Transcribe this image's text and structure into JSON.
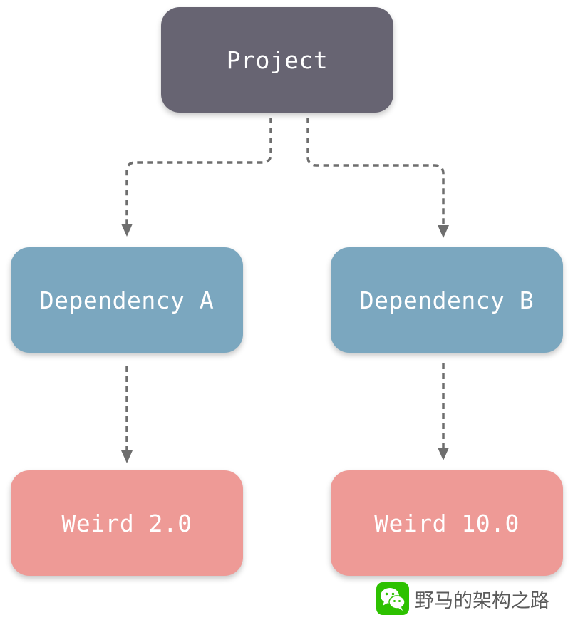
{
  "diagram": {
    "nodes": [
      {
        "id": "project",
        "label": "Project",
        "color": "#676472"
      },
      {
        "id": "dep_a",
        "label": "Dependency A",
        "color": "#7ba7bf"
      },
      {
        "id": "dep_b",
        "label": "Dependency B",
        "color": "#7ba7bf"
      },
      {
        "id": "weird_a",
        "label": "Weird 2.0",
        "color": "#ee9a96"
      },
      {
        "id": "weird_b",
        "label": "Weird 10.0",
        "color": "#ee9a96"
      }
    ],
    "edges": [
      {
        "from": "project",
        "to": "dep_a",
        "style": "dashed"
      },
      {
        "from": "project",
        "to": "dep_b",
        "style": "dashed"
      },
      {
        "from": "dep_a",
        "to": "weird_a",
        "style": "dashed"
      },
      {
        "from": "dep_b",
        "to": "weird_b",
        "style": "dashed"
      }
    ]
  },
  "watermark": {
    "icon": "wechat-icon",
    "text": "野马的架构之路",
    "brand_color": "#2dc100"
  }
}
